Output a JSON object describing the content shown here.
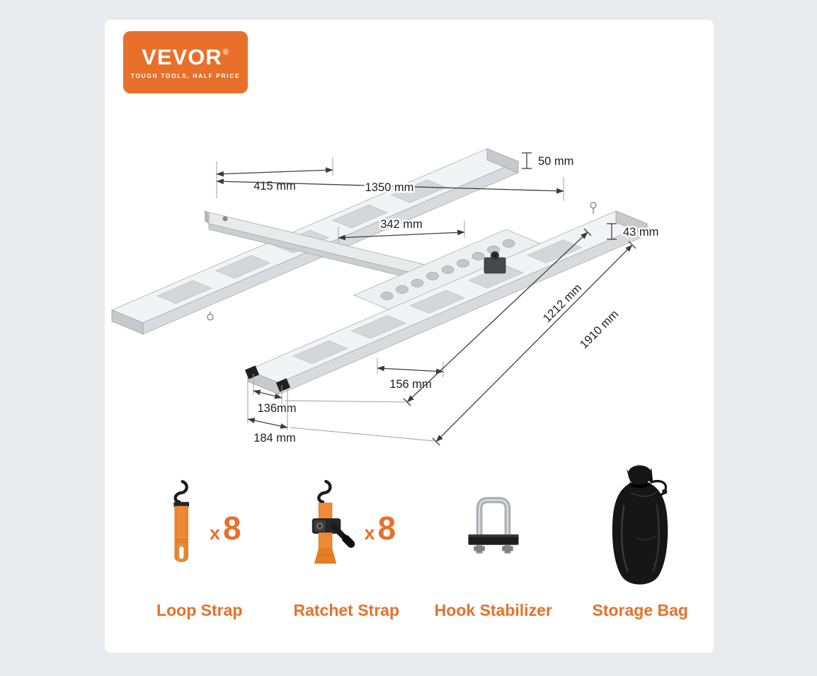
{
  "brand": {
    "name": "VEVOR",
    "registered_mark": "®",
    "tagline": "TOUGH TOOLS, HALF PRICE"
  },
  "colors": {
    "accent": "#E8702A",
    "strap_orange": "#EE8A34"
  },
  "diagram": {
    "labels": {
      "h50": "50 mm",
      "w415": "415 mm",
      "w1350": "1350 mm",
      "w342": "342 mm",
      "h43": "43 mm",
      "l1212": "1212 mm",
      "l1910": "1910 mm",
      "w156": "156 mm",
      "w136": "136mm",
      "w184": "184 mm"
    }
  },
  "accessories": [
    {
      "label": "Loop Strap",
      "qty_x": "x",
      "qty_n": "8"
    },
    {
      "label": "Ratchet Strap",
      "qty_x": "x",
      "qty_n": "8"
    },
    {
      "label": "Hook Stabilizer"
    },
    {
      "label": "Storage Bag"
    }
  ]
}
